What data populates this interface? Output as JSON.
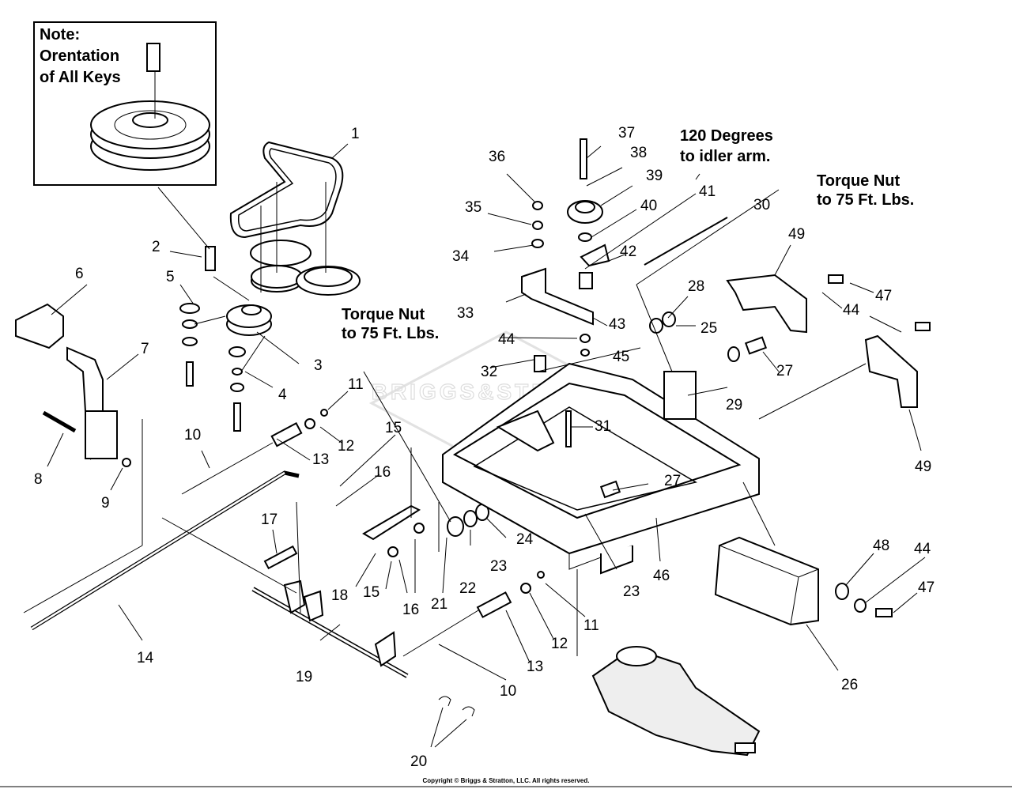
{
  "note_box": {
    "lines": [
      "Note:",
      "Orentation",
      "of All Keys"
    ]
  },
  "annotations": {
    "torque_left": [
      "Torque Nut",
      "to 75 Ft. Lbs."
    ],
    "degrees": [
      "120 Degrees",
      "to idler arm."
    ],
    "torque_right": [
      "Torque Nut",
      "to 75 Ft. Lbs."
    ]
  },
  "watermark": "BRIGGS&STRATTON",
  "copyright": "Copyright © Briggs & Stratton, LLC. All rights reserved.",
  "callouts": [
    "1",
    "2",
    "3",
    "4",
    "5",
    "6",
    "7",
    "8",
    "9",
    "10",
    "11",
    "12",
    "13",
    "14",
    "15",
    "16",
    "17",
    "10",
    "11",
    "12",
    "13",
    "15",
    "16",
    "18",
    "19",
    "20",
    "21",
    "22",
    "23",
    "24",
    "23",
    "46",
    "25",
    "26",
    "27",
    "27",
    "28",
    "29",
    "30",
    "31",
    "32",
    "33",
    "34",
    "35",
    "36",
    "37",
    "38",
    "39",
    "40",
    "41",
    "42",
    "43",
    "44",
    "45",
    "44",
    "44",
    "47",
    "47",
    "48",
    "49",
    "49"
  ]
}
